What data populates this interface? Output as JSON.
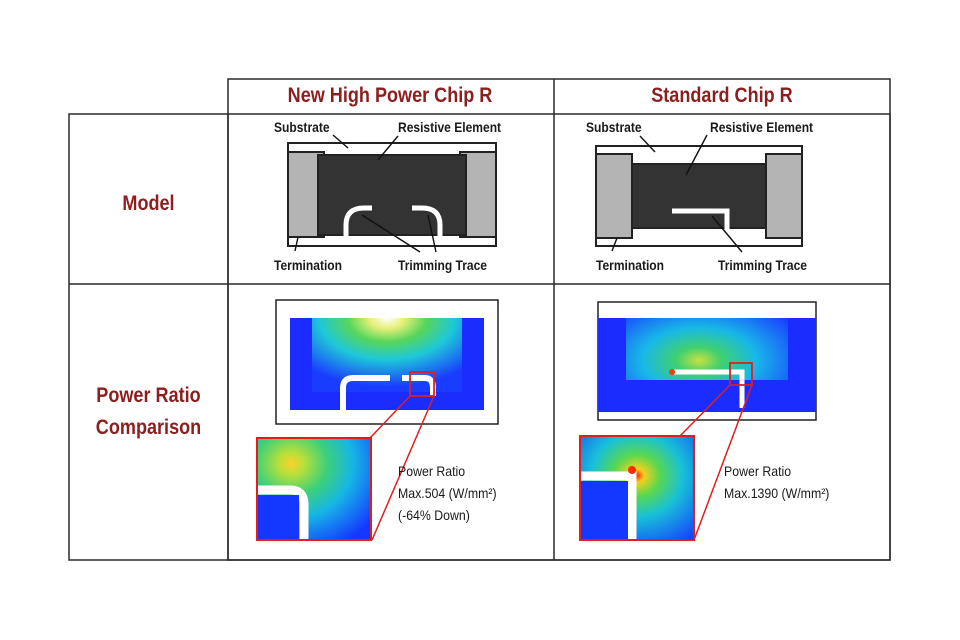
{
  "columns": {
    "new": "New High Power Chip R",
    "standard": "Standard Chip R"
  },
  "rows": {
    "model": "Model",
    "power_ratio_line1": "Power Ratio",
    "power_ratio_line2": "Comparison"
  },
  "labels": {
    "substrate": "Substrate",
    "resistive_element": "Resistive Element",
    "termination": "Termination",
    "trimming_trace": "Trimming Trace"
  },
  "results": {
    "new": {
      "line1": "Power Ratio",
      "line2": "Max.504 (W/mm²)",
      "line3": "(-64% Down)"
    },
    "standard": {
      "line1": "Power Ratio",
      "line2": "Max.1390 (W/mm²)"
    }
  },
  "colors": {
    "header_text": "#8c1e1e",
    "callout": "#e01e1e",
    "resistive": "#333333",
    "termination": "#b4b4b4"
  }
}
